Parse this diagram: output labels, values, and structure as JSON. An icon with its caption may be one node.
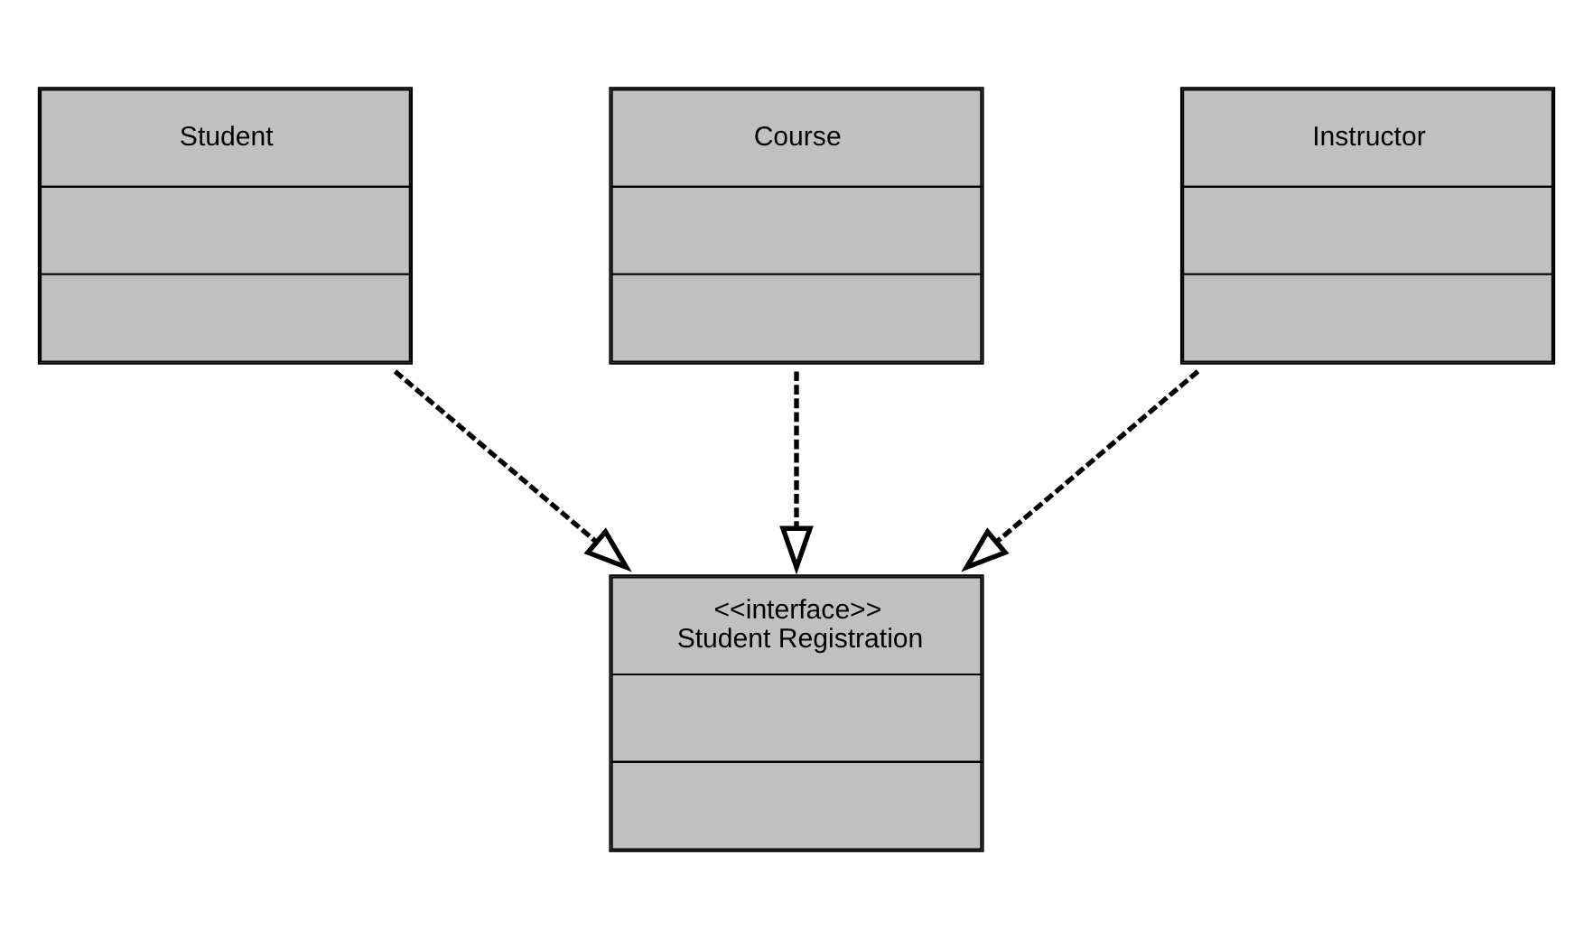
{
  "diagram": {
    "nodes": [
      {
        "text": [
          "Student"
        ]
      },
      {
        "text": [
          "Course"
        ]
      },
      {
        "text": [
          "Instructor"
        ]
      },
      {
        "text": [
          "<<interface>>",
          "Student Registration"
        ]
      }
    ],
    "edges": [
      {
        "from": 0,
        "to": 3,
        "arrow": "to",
        "style": "dashed"
      },
      {
        "from": 1,
        "to": 3,
        "arrow": "to",
        "style": "dashed"
      },
      {
        "from": 2,
        "to": 3,
        "arrow": "to",
        "style": "dashed"
      }
    ]
  }
}
